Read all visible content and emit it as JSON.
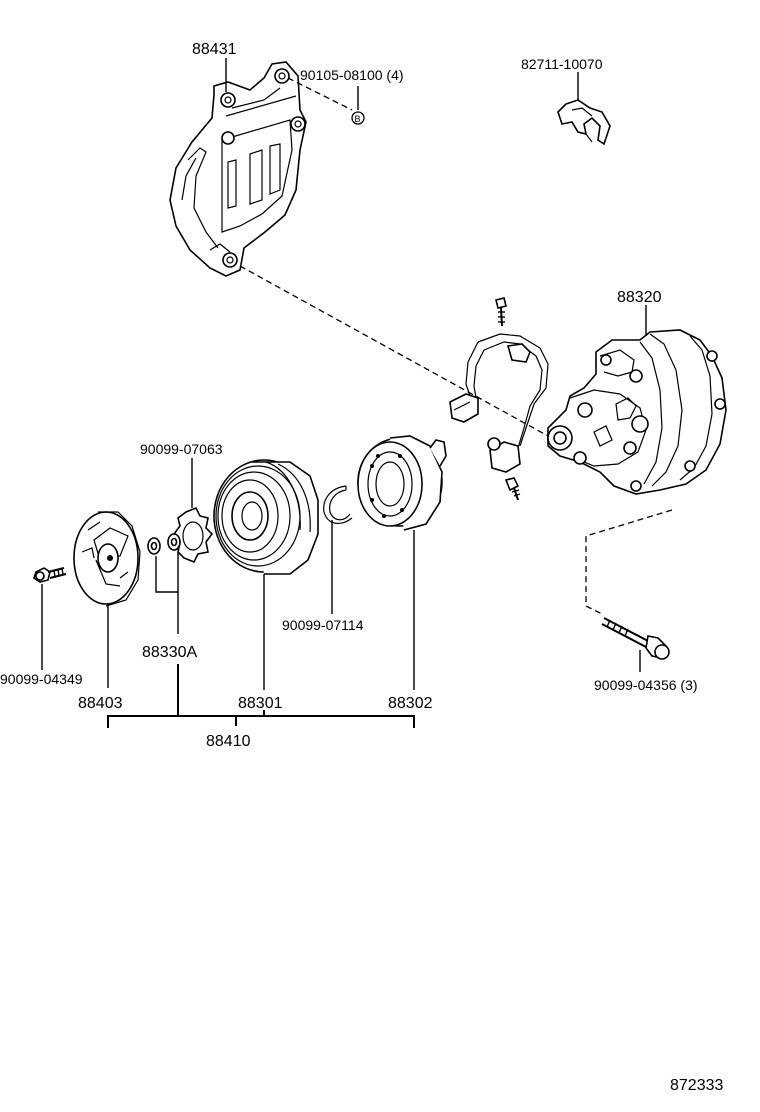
{
  "parts": {
    "bracket": "88431",
    "bracket_bolt": "90105-08100 (4)",
    "bolt_mark": "B",
    "clamp": "82711-10070",
    "compressor": "88320",
    "shim_ring": "90099-07063",
    "snap_ring": "90099-07114",
    "washer_set": "88330A",
    "hub_bolt": "90099-04349",
    "pressure_plate": "88403",
    "pulley": "88301",
    "stator": "88302",
    "clutch_assy": "88410",
    "mount_bolt": "90099-04356 (3)"
  },
  "diagram_number": "872333"
}
